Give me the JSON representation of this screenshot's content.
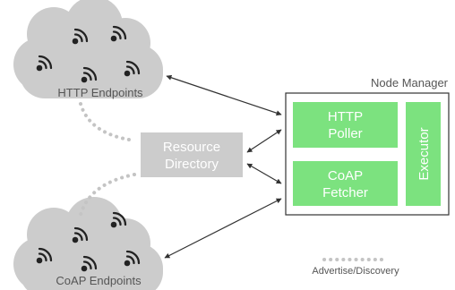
{
  "clouds": {
    "http": {
      "label": "HTTP Endpoints"
    },
    "coap": {
      "label": "CoAP Endpoints"
    }
  },
  "resource_directory": {
    "line1": "Resource",
    "line2": "Directory"
  },
  "node_manager": {
    "title": "Node Manager",
    "http_poller": {
      "line1": "HTTP",
      "line2": "Poller"
    },
    "coap_fetcher": {
      "line1": "CoAP",
      "line2": "Fetcher"
    },
    "executor": "Executor"
  },
  "legend": {
    "advertise_discovery": "Advertise/Discovery"
  },
  "icons": {
    "endpoint": "wifi-signal-icon"
  },
  "colors": {
    "cloud": "#cccccc",
    "component_green": "#7ce27f",
    "resource_directory": "#cccccc",
    "dotted_link": "#c4c4c4",
    "arrow": "#333333",
    "text": "#555555"
  }
}
